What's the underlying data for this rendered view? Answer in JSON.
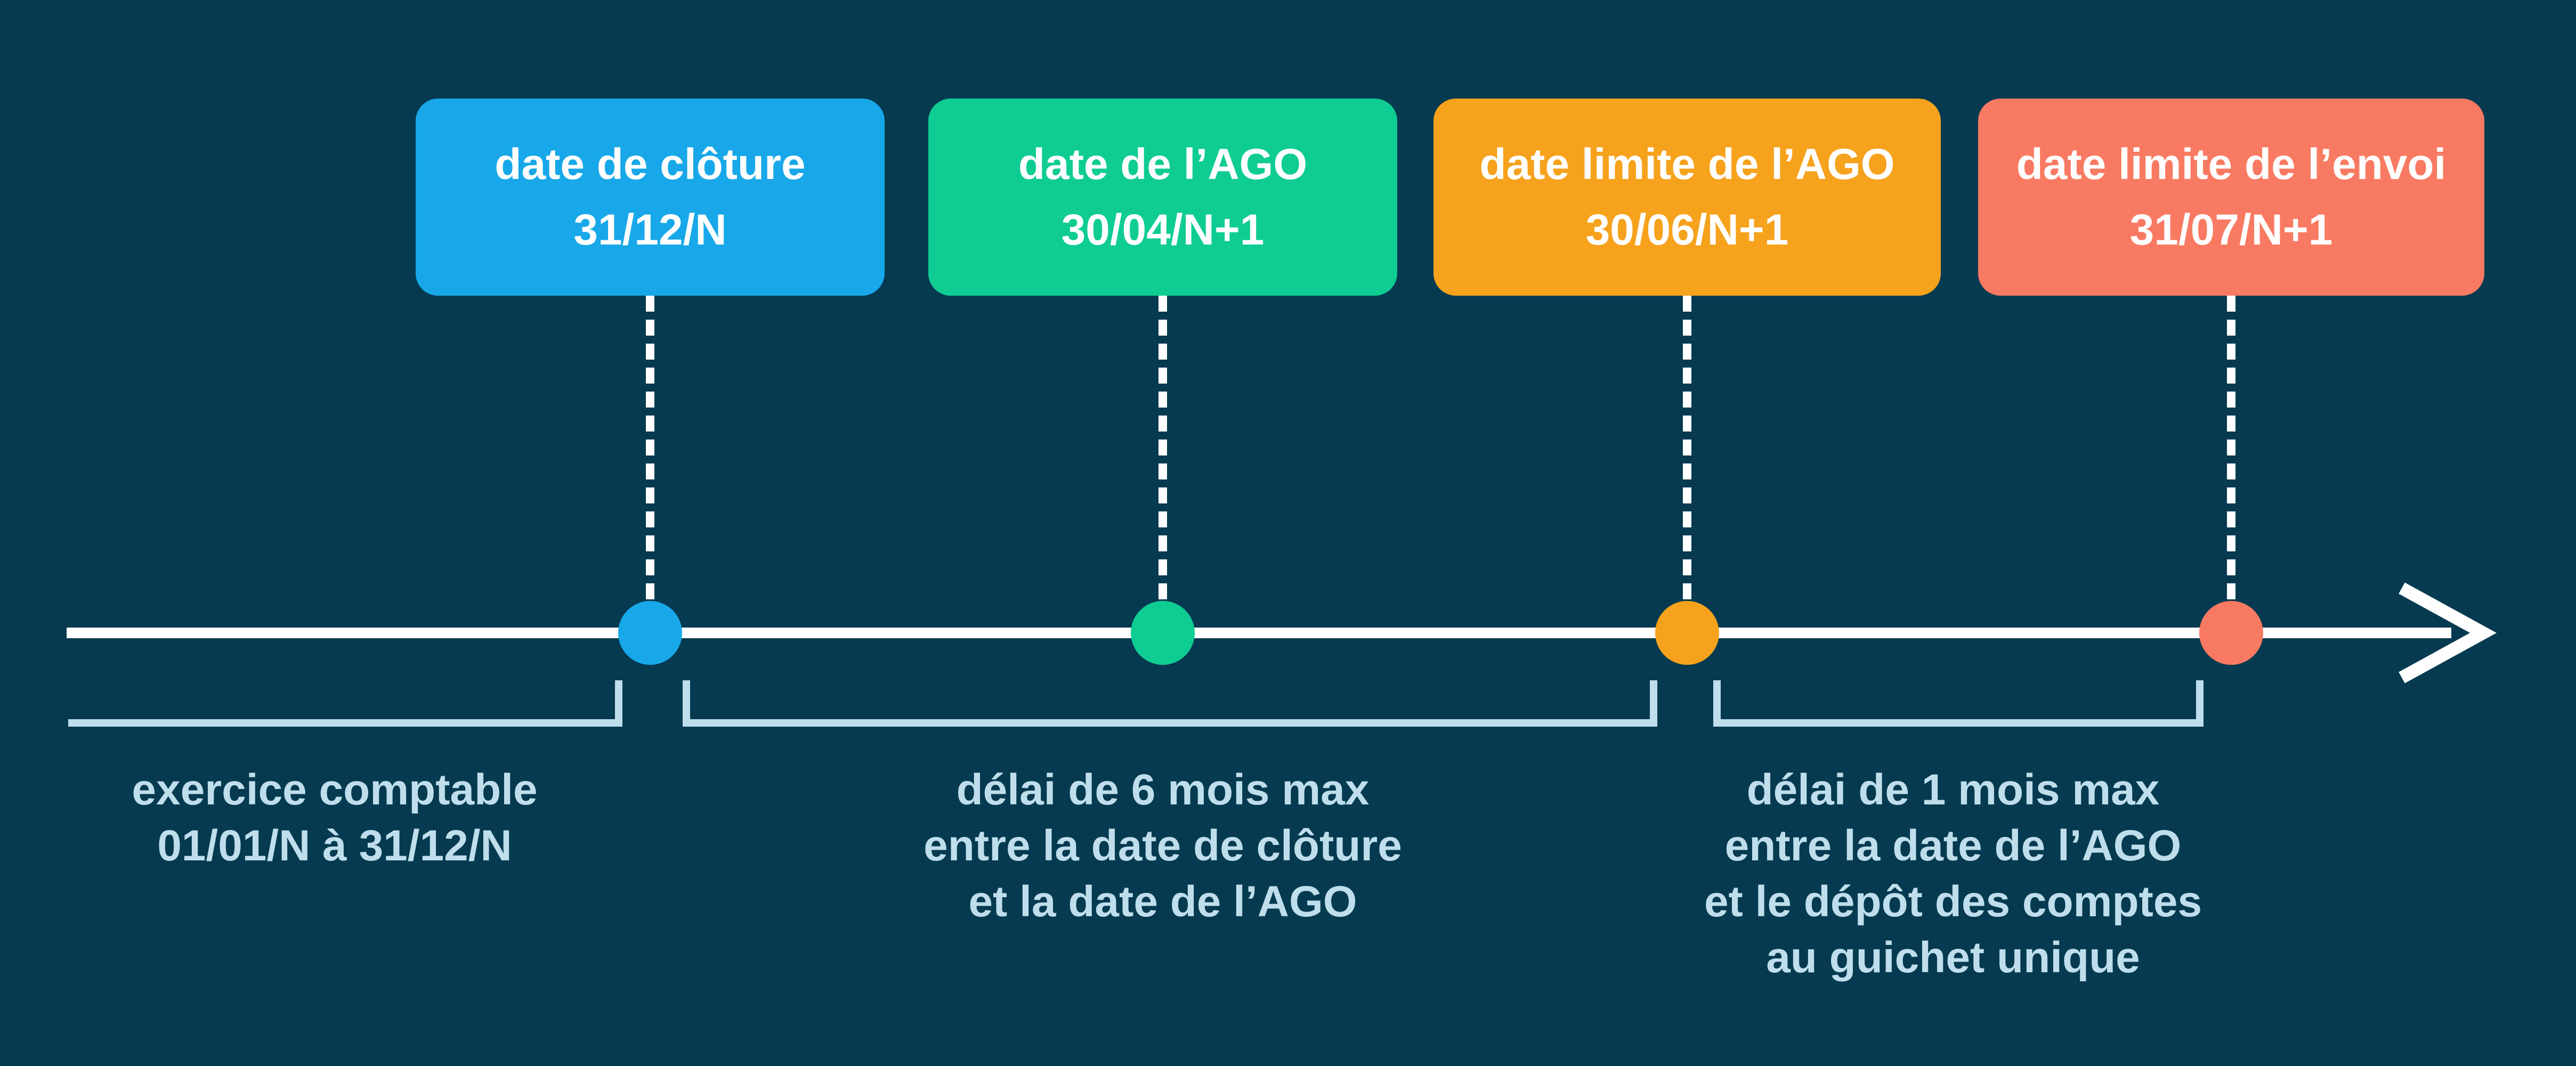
{
  "colors": {
    "background": "#053A50",
    "axis": "#FFFFFF",
    "card_text": "#FFFFFF",
    "bracket": "#BFDEEB",
    "annotation_text": "#BFDEEB"
  },
  "milestones": [
    {
      "title": "date de clôture",
      "date": "31/12/N",
      "color": "#18A8E9"
    },
    {
      "title": "date de l’AGO",
      "date": "30/04/N+1",
      "color": "#0FCC93"
    },
    {
      "title": "date limite de l’AGO",
      "date": "30/06/N+1",
      "color": "#F6A21D"
    },
    {
      "title": "date limite de l’envoi",
      "date": "31/07/N+1",
      "color": "#F97A62"
    }
  ],
  "annotations": [
    {
      "lines": [
        "exercice comptable",
        "01/01/N à 31/12/N"
      ]
    },
    {
      "lines": [
        "délai de 6 mois max",
        "entre la date de clôture",
        "et la date de l’AGO"
      ]
    },
    {
      "lines": [
        "délai de 1 mois max",
        "entre la date de l’AGO",
        "et le dépôt des comptes",
        "au guichet unique"
      ]
    }
  ]
}
